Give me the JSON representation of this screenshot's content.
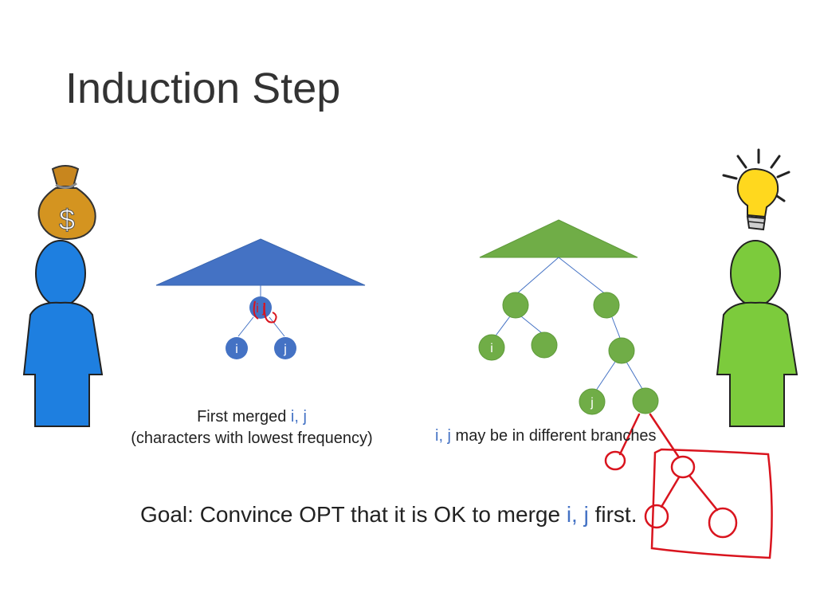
{
  "title": "Induction Step",
  "left_tree": {
    "root_label": "i j",
    "leaf_labels": [
      "i",
      "j"
    ],
    "caption_line1_prefix": "First merged ",
    "caption_line1_highlight": "i, j",
    "caption_line2": "(characters with lowest frequency)"
  },
  "right_tree": {
    "leaf_i": "i",
    "leaf_j": "j",
    "caption_highlight": "i, j",
    "caption_rest": " may be in different branches"
  },
  "goal": {
    "prefix": "Goal: Convince OPT that it is OK to merge ",
    "highlight": "i, j",
    "suffix": " first."
  },
  "icons": {
    "left_person": "person-icon",
    "money_bag": "money-bag-icon",
    "right_person": "person-icon",
    "lightbulb": "lightbulb-icon"
  },
  "colors": {
    "blue": "#4472C4",
    "green": "#70AD47",
    "person_blue": "#1E7FE0",
    "person_green": "#7CCB3C",
    "annotation_red": "#D9141E"
  }
}
